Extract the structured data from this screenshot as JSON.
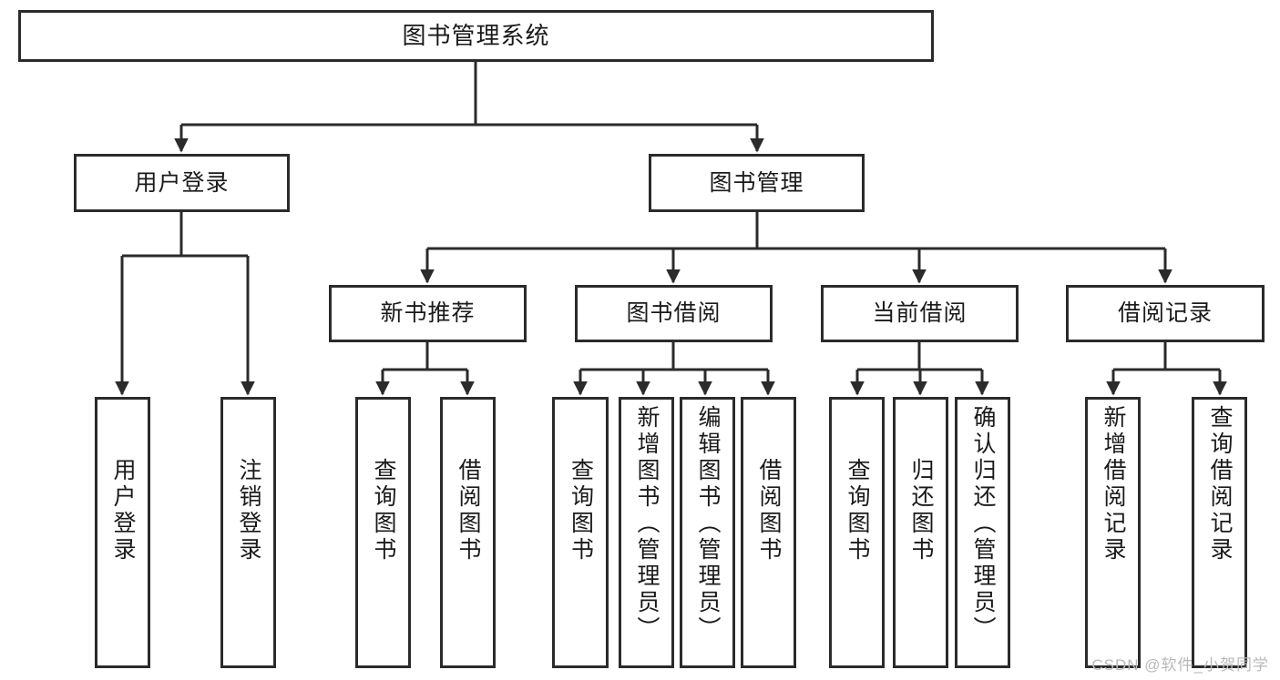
{
  "diagram": {
    "type": "tree-hierarchy",
    "title": "图书管理系统",
    "watermark": "CSDN @软件_小贺同学",
    "colors": {
      "line": "#2b2b2b",
      "box_fill": "#ffffff",
      "text": "#1a1a1a",
      "watermark": "#b9b9b9"
    },
    "root": {
      "id": "root",
      "label": "图书管理系统"
    },
    "level2": [
      {
        "id": "user-login",
        "label": "用户登录"
      },
      {
        "id": "book-manage",
        "label": "图书管理"
      }
    ],
    "level3": [
      {
        "id": "new-book-rec",
        "label": "新书推荐",
        "parent": "book-manage"
      },
      {
        "id": "book-borrow",
        "label": "图书借阅",
        "parent": "book-manage"
      },
      {
        "id": "current-borrow",
        "label": "当前借阅",
        "parent": "book-manage"
      },
      {
        "id": "borrow-record",
        "label": "借阅记录",
        "parent": "book-manage"
      }
    ],
    "leaves": [
      {
        "id": "leaf-user-login",
        "label": "用户登录",
        "parent": "user-login"
      },
      {
        "id": "leaf-user-logout",
        "label": "注销登录",
        "parent": "user-login"
      },
      {
        "id": "leaf-query-book-1",
        "label": "查询图书",
        "parent": "new-book-rec"
      },
      {
        "id": "leaf-borrow-book-1",
        "label": "借阅图书",
        "parent": "new-book-rec"
      },
      {
        "id": "leaf-query-book-2",
        "label": "查询图书",
        "parent": "book-borrow"
      },
      {
        "id": "leaf-add-book",
        "label": "新增图书（管理员）",
        "parent": "book-borrow"
      },
      {
        "id": "leaf-edit-book",
        "label": "编辑图书（管理员）",
        "parent": "book-borrow"
      },
      {
        "id": "leaf-borrow-book-2",
        "label": "借阅图书",
        "parent": "book-borrow"
      },
      {
        "id": "leaf-query-book-3",
        "label": "查询图书",
        "parent": "current-borrow"
      },
      {
        "id": "leaf-return-book",
        "label": "归还图书",
        "parent": "current-borrow"
      },
      {
        "id": "leaf-confirm-return",
        "label": "确认归还（管理员）",
        "parent": "current-borrow"
      },
      {
        "id": "leaf-add-record",
        "label": "新增借阅记录",
        "parent": "borrow-record"
      },
      {
        "id": "leaf-query-record",
        "label": "查询借阅记录",
        "parent": "borrow-record"
      }
    ]
  }
}
